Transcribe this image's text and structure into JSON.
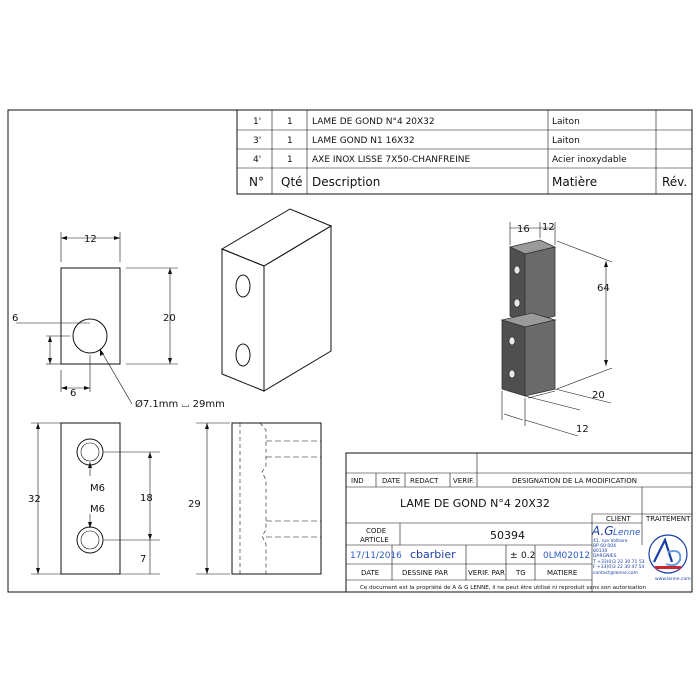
{
  "bom": {
    "headers": {
      "no": "N°",
      "qty": "Qté",
      "description": "Description",
      "material": "Matière",
      "rev": "Rév."
    },
    "rows": [
      {
        "no": "1'",
        "qty": "1",
        "description": "LAME DE GOND N°4 20X32",
        "material": "Laiton",
        "rev": ""
      },
      {
        "no": "3'",
        "qty": "1",
        "description": "LAME GOND N1 16X32",
        "material": "Laiton",
        "rev": ""
      },
      {
        "no": "4'",
        "qty": "1",
        "description": "AXE INOX LISSE 7X50-CHANFREINE",
        "material": "Acier inoxydable",
        "rev": ""
      }
    ]
  },
  "dims": {
    "top_width": "12",
    "top_height": "20",
    "hole_offset_y": "6",
    "hole_offset_x": "6",
    "hole_callout": "Ø7.1mm ⌴ 29mm",
    "front_height": "32",
    "thread1": "M6",
    "thread2": "M6",
    "hole_spacing": "18",
    "bottom_offset": "7",
    "side_height": "29",
    "iso_depth": "16",
    "iso_width": "12",
    "iso_height": "64",
    "iso_bottom_depth": "20",
    "iso_bottom_width": "12"
  },
  "title_block": {
    "mod_headers": {
      "ind": "IND",
      "date": "DATE",
      "redact": "REDACT",
      "verif": "VERIF.",
      "designation": "DESIGNATION DE LA MODIFICATION"
    },
    "part_name": "LAME DE GOND N°4 20X32",
    "client_label": "CLIENT",
    "traitement_label": "TRAITEMENT",
    "code_label_1": "CODE",
    "code_label_2": "ARTICLE",
    "code_value": "50394",
    "date_value": "17/11/2016",
    "drawn_by_value": "cbarbier",
    "tolerance_symbol": "±",
    "tolerance_value": "0.2",
    "material_code": "0LM02012",
    "date_label": "DATE",
    "drawn_by_label": "DESSINE PAR",
    "verif_label": "VERIF. PAR",
    "tg_label": "TG",
    "matiere_label": "MATIERE",
    "footer": "Ce document est la propriété de A & G LENNE, il ne peut être utilisé ni reproduit sans son autorisation",
    "company_name": "A.G",
    "company_name_script": "Lenne",
    "company_address": [
      "41, rue Voltaire",
      "BP 60 004",
      "80130",
      "DARGNIES"
    ],
    "company_contacts": [
      "T +33(0)3 22 30 71 53",
      "F +33(0)3 22 30 47 54",
      "contact@lenne.com"
    ],
    "logo_caption": "www.lenne.com",
    "accent_color": "#1a3ea6"
  }
}
